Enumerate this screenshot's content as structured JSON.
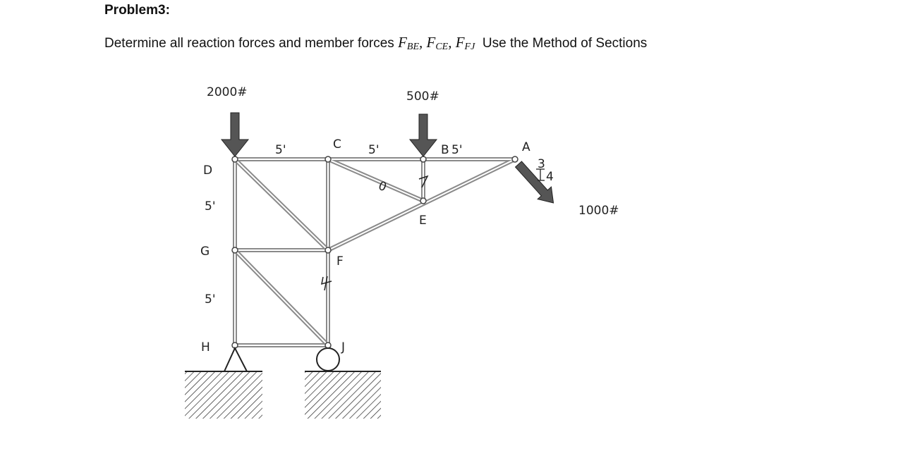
{
  "title": "Problem3:",
  "statement": {
    "prefix": "Determine all reaction forces and member forces ",
    "forces": [
      {
        "F": "F",
        "sub": "BE"
      },
      {
        "F": "F",
        "sub": "CE"
      },
      {
        "F": "F",
        "sub": "FJ"
      }
    ],
    "suffix": " Use the Method of Sections"
  },
  "diagram": {
    "loads": {
      "load_d": "2000#",
      "load_b": "500#",
      "load_a": "1000#"
    },
    "slope": {
      "rise": "3",
      "run": "4"
    },
    "nodes": {
      "A": "A",
      "B": "B",
      "C": "C",
      "D": "D",
      "E": "E",
      "F": "F",
      "G": "G",
      "H": "H",
      "J": "J"
    },
    "dims": {
      "dc": "5'",
      "cb": "5'",
      "ba": "5'",
      "dg": "5'",
      "gh": "5'"
    },
    "annotations": {
      "zero_ce": "0"
    },
    "colors": {
      "member": "#8a8a8a",
      "arrow": "#555555",
      "ink": "#222222"
    }
  }
}
